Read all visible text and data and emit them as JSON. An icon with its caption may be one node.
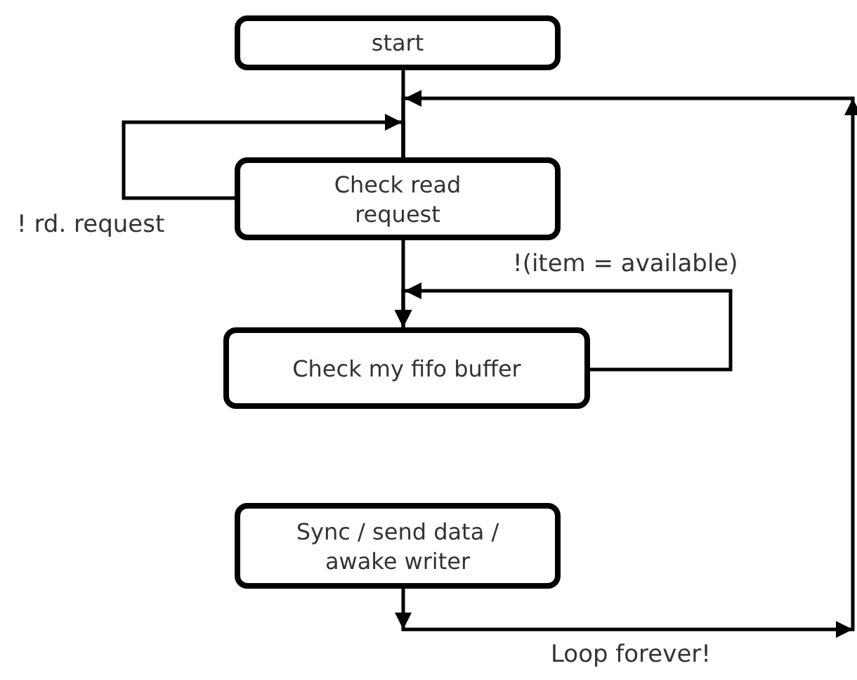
{
  "diagram": {
    "nodes": [
      {
        "text": [
          "start"
        ]
      },
      {
        "text": [
          "Check read request"
        ]
      },
      {
        "text": [
          "Check my fifo buffer"
        ]
      },
      {
        "text": [
          "Sync / send data / awake writer"
        ]
      }
    ],
    "edges": [
      {
        "from": 0,
        "to": 1,
        "arrow": "none"
      },
      {
        "from": 1,
        "to": 1,
        "label": "! rd. request",
        "arrow": "to"
      },
      {
        "from": 1,
        "to": 2,
        "arrow": "to"
      },
      {
        "from": 2,
        "to": 2,
        "label": "!(item = available)",
        "arrow": "to"
      },
      {
        "from": 3,
        "to": 1,
        "label": "Loop forever!",
        "arrow": "to"
      }
    ]
  }
}
